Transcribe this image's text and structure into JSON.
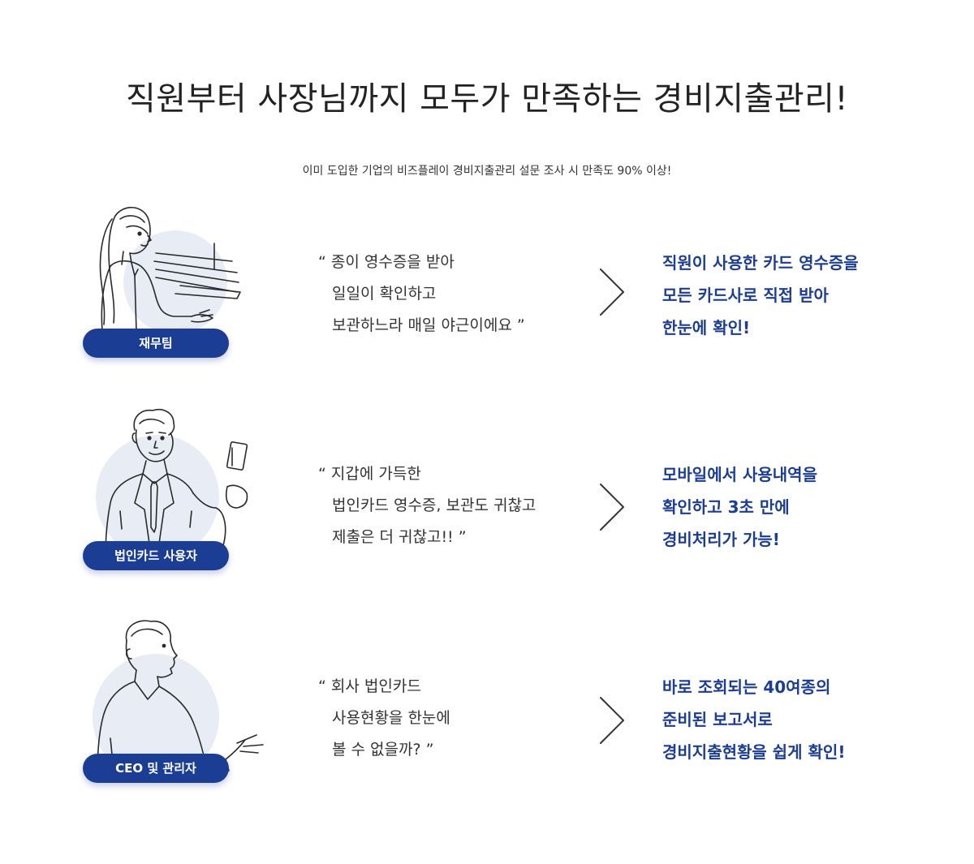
{
  "header": {
    "title": "직원부터 사장님까지 모두가 만족하는 경비지출관리!",
    "subtitle": "이미 도입한 기업의 비즈플레이 경비지출관리 설문 조사 시 만족도 90% 이상!"
  },
  "personas": [
    {
      "badge": "재무팀",
      "quote": [
        "“ 종이 영수증을 받아",
        "일일이 확인하고",
        "보관하느라 매일 야근이에요 ”"
      ],
      "answer": [
        "직원이 사용한 카드 영수증을",
        "모든 카드사로 직접 받아",
        "한눈에 확인!"
      ]
    },
    {
      "badge": "법인카드 사용자",
      "quote": [
        "“ 지갑에 가득한",
        "법인카드 영수증, 보관도 귀찮고",
        "제출은 더 귀찮고!! ”"
      ],
      "answer": [
        "모바일에서 사용내역을",
        "확인하고 3초 만에",
        "경비처리가 가능!"
      ]
    },
    {
      "badge": "CEO 및 관리자",
      "quote": [
        "“ 회사 법인카드",
        "사용현황을 한눈에",
        "볼 수 없을까? ”"
      ],
      "answer": [
        "바로 조회되는 40여종의",
        "준비된 보고서로",
        "경비지출현황을 쉽게 확인!"
      ]
    }
  ],
  "colors": {
    "accent": "#1b3d93",
    "circle": "#e8edf5",
    "text": "#222222"
  }
}
